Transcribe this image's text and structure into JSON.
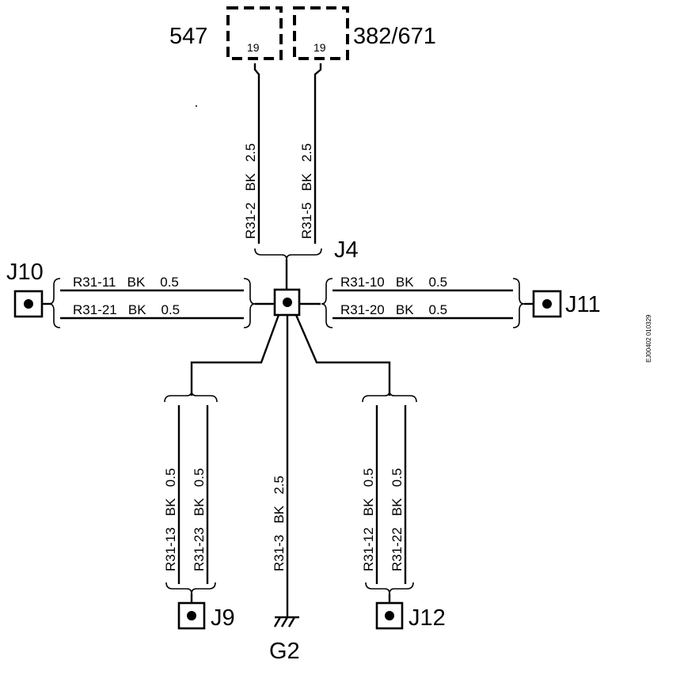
{
  "components": {
    "left_component": "547",
    "right_component": "382/671",
    "left_pin": "19",
    "right_pin": "19"
  },
  "splice": "J4",
  "connectors": {
    "j10": "J10",
    "j11": "J11",
    "j9": "J9",
    "j12": "J12"
  },
  "ground": "G2",
  "wires": {
    "r31_2": "R31-2   BK   2.5",
    "r31_5": "R31-5   BK   2.5",
    "r31_11": "R31-11   BK    0.5",
    "r31_21": "R31-21   BK    0.5",
    "r31_10": "R31-10   BK    0.5",
    "r31_20": "R31-20   BK    0.5",
    "r31_13": "R31-13   BK   0.5",
    "r31_23": "R31-23   BK   0.5",
    "r31_3": "R31-3   BK   2.5",
    "r31_12": "R31-12   BK   0.5",
    "r31_22": "R31-22   BK   0.5"
  },
  "reference_code": "EJ00402  010329"
}
